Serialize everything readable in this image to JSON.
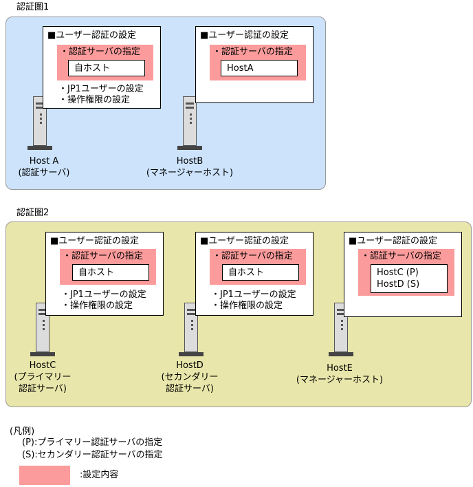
{
  "domains": [
    {
      "label": "認証圏1",
      "hosts": [
        {
          "name": "Host A",
          "role": "(認証サーバ)",
          "panel": {
            "title": "■ユーザー認証の設定",
            "section": "・認証サーバの指定",
            "values": [
              "自ホスト"
            ],
            "extra": [
              "・JP1ユーザーの設定",
              "・操作権限の設定"
            ]
          }
        },
        {
          "name": "HostB",
          "role": "(マネージャーホスト)",
          "panel": {
            "title": "■ユーザー認証の設定",
            "section": "・認証サーバの指定",
            "values": [
              "HostA"
            ],
            "extra": []
          }
        }
      ]
    },
    {
      "label": "認証圏2",
      "hosts": [
        {
          "name": "HostC",
          "role": "(プライマリー",
          "role2": "認証サーバ)",
          "panel": {
            "title": "■ユーザー認証の設定",
            "section": "・認証サーバの指定",
            "values": [
              "自ホスト"
            ],
            "extra": [
              "・JP1ユーザーの設定",
              "・操作権限の設定"
            ]
          }
        },
        {
          "name": "HostD",
          "role": "(セカンダリー",
          "role2": "認証サーバ)",
          "panel": {
            "title": "■ユーザー認証の設定",
            "section": "・認証サーバの指定",
            "values": [
              "自ホスト"
            ],
            "extra": [
              "・JP1ユーザーの設定",
              "・操作権限の設定"
            ]
          }
        },
        {
          "name": "HostE",
          "role": "(マネージャーホスト)",
          "panel": {
            "title": "■ユーザー認証の設定",
            "section": "・認証サーバの指定",
            "values": [
              "HostC (P)",
              "HostD (S)"
            ],
            "extra": []
          }
        }
      ]
    }
  ],
  "legend": {
    "title": "(凡例)",
    "items": [
      "(P):プライマリー認証サーバの指定",
      "(S):セカンダリー認証サーバの指定"
    ],
    "swatch_label": ":設定内容"
  },
  "colors": {
    "domain1_bg": "#cce3fb",
    "domain2_bg": "#e8e6aa",
    "setting_highlight": "#fb9b9b"
  },
  "icons": {
    "host": "server-icon"
  }
}
